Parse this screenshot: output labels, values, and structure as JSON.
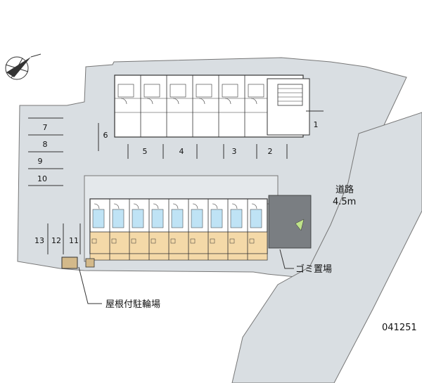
{
  "site_plan": {
    "road_label_1": "道路",
    "road_label_2": "4.5m",
    "garbage_label": "ゴミ置場",
    "bicycle_label": "屋根付駐輪場",
    "code": "041251"
  },
  "parking_spaces": [
    {
      "id": "1"
    },
    {
      "id": "2"
    },
    {
      "id": "3"
    },
    {
      "id": "4"
    },
    {
      "id": "5"
    },
    {
      "id": "6"
    },
    {
      "id": "7"
    },
    {
      "id": "8"
    },
    {
      "id": "9"
    },
    {
      "id": "10"
    },
    {
      "id": "11"
    },
    {
      "id": "12"
    },
    {
      "id": "13"
    }
  ],
  "colors": {
    "site_gray": "#d9dee2",
    "road_gray": "#d9dee2",
    "highlight_unit": "#f4d9a8",
    "room_blue": "#bfe3f5",
    "line": "#333333",
    "garbage_green": "#bfe38a",
    "bike_shelter": "#d3b98a"
  },
  "icons": {
    "north_arrow": "compass-north-icon"
  }
}
